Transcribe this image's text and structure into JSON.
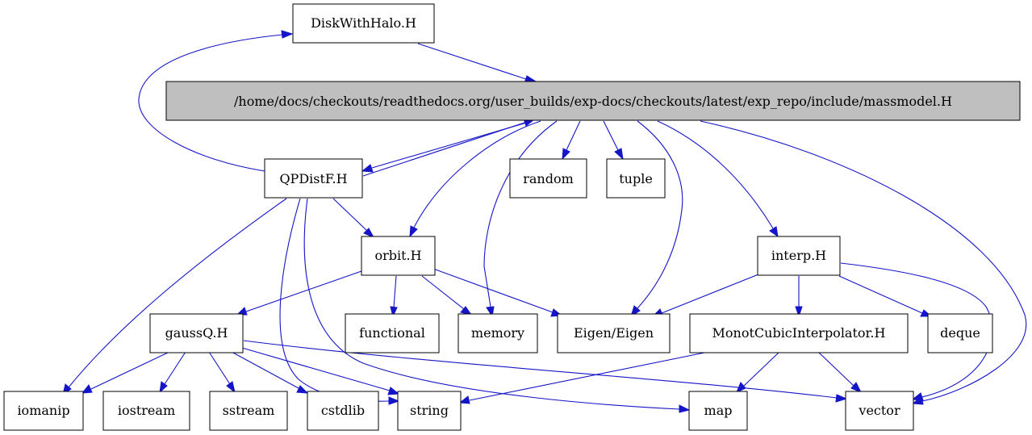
{
  "diagram": {
    "nodes": {
      "diskwithhalo": "DiskWithHalo.H",
      "massmodel": "/home/docs/checkouts/readthedocs.org/user_builds/exp-docs/checkouts/latest/exp_repo/include/massmodel.H",
      "qpdistf": "QPDistF.H",
      "random": "random",
      "tuple": "tuple",
      "orbit": "orbit.H",
      "interp": "interp.H",
      "gaussq": "gaussQ.H",
      "functional": "functional",
      "memory": "memory",
      "eigen": "Eigen/Eigen",
      "monotcubic": "MonotCubicInterpolator.H",
      "deque": "deque",
      "iomanip": "iomanip",
      "iostream": "iostream",
      "sstream": "sstream",
      "cstdlib": "cstdlib",
      "string": "string",
      "map": "map",
      "vector": "vector"
    },
    "highlighted_node": "massmodel",
    "edges": [
      [
        "diskwithhalo",
        "massmodel"
      ],
      [
        "massmodel",
        "qpdistf"
      ],
      [
        "massmodel",
        "random"
      ],
      [
        "massmodel",
        "tuple"
      ],
      [
        "massmodel",
        "orbit"
      ],
      [
        "massmodel",
        "memory"
      ],
      [
        "massmodel",
        "eigen"
      ],
      [
        "massmodel",
        "interp"
      ],
      [
        "massmodel",
        "vector"
      ],
      [
        "qpdistf",
        "diskwithhalo"
      ],
      [
        "qpdistf",
        "massmodel"
      ],
      [
        "qpdistf",
        "orbit"
      ],
      [
        "qpdistf",
        "iomanip"
      ],
      [
        "qpdistf",
        "string"
      ],
      [
        "qpdistf",
        "map"
      ],
      [
        "orbit",
        "gaussq"
      ],
      [
        "orbit",
        "functional"
      ],
      [
        "orbit",
        "memory"
      ],
      [
        "orbit",
        "eigen"
      ],
      [
        "interp",
        "eigen"
      ],
      [
        "interp",
        "monotcubic"
      ],
      [
        "interp",
        "deque"
      ],
      [
        "interp",
        "vector"
      ],
      [
        "gaussq",
        "iomanip"
      ],
      [
        "gaussq",
        "iostream"
      ],
      [
        "gaussq",
        "sstream"
      ],
      [
        "gaussq",
        "cstdlib"
      ],
      [
        "gaussq",
        "string"
      ],
      [
        "gaussq",
        "vector"
      ],
      [
        "monotcubic",
        "string"
      ],
      [
        "monotcubic",
        "map"
      ],
      [
        "monotcubic",
        "vector"
      ]
    ],
    "colors": {
      "edge": "#1515c8",
      "highlight_fill": "#bfbfbf",
      "node_border": "#000000"
    }
  }
}
